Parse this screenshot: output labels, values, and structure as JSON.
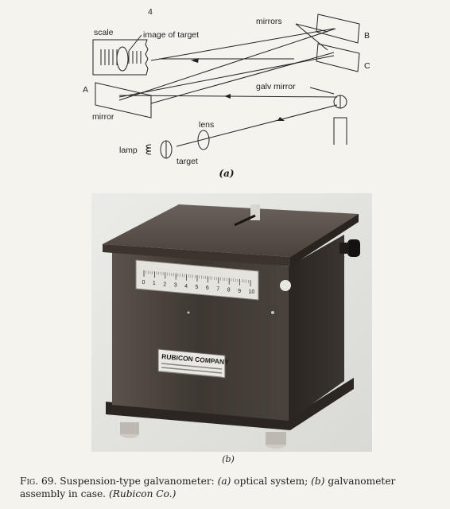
{
  "diagram": {
    "mark": "4",
    "labels": {
      "scale": "scale",
      "image_of_target": "image of target",
      "mirrors": "mirrors",
      "b": "B",
      "c": "C",
      "a": "A",
      "mirror": "mirror",
      "galv_mirror": "galv mirror",
      "lens": "lens",
      "lamp": "lamp",
      "target": "target"
    },
    "caption": "(a)"
  },
  "photo": {
    "plate_title": "RUBICON COMPANY",
    "scale_ticks": [
      "0",
      "1",
      "2",
      "3",
      "4",
      "5",
      "6",
      "7",
      "8",
      "9",
      "10"
    ],
    "caption": "(b)"
  },
  "caption": {
    "fig": "Fig. 69.",
    "text1": " Suspension-type galvanometer: ",
    "a": "(a)",
    "text2": " optical system; ",
    "b": "(b)",
    "text3": " galvanometer assembly in case. ",
    "credit": "(Rubicon Co.)"
  }
}
